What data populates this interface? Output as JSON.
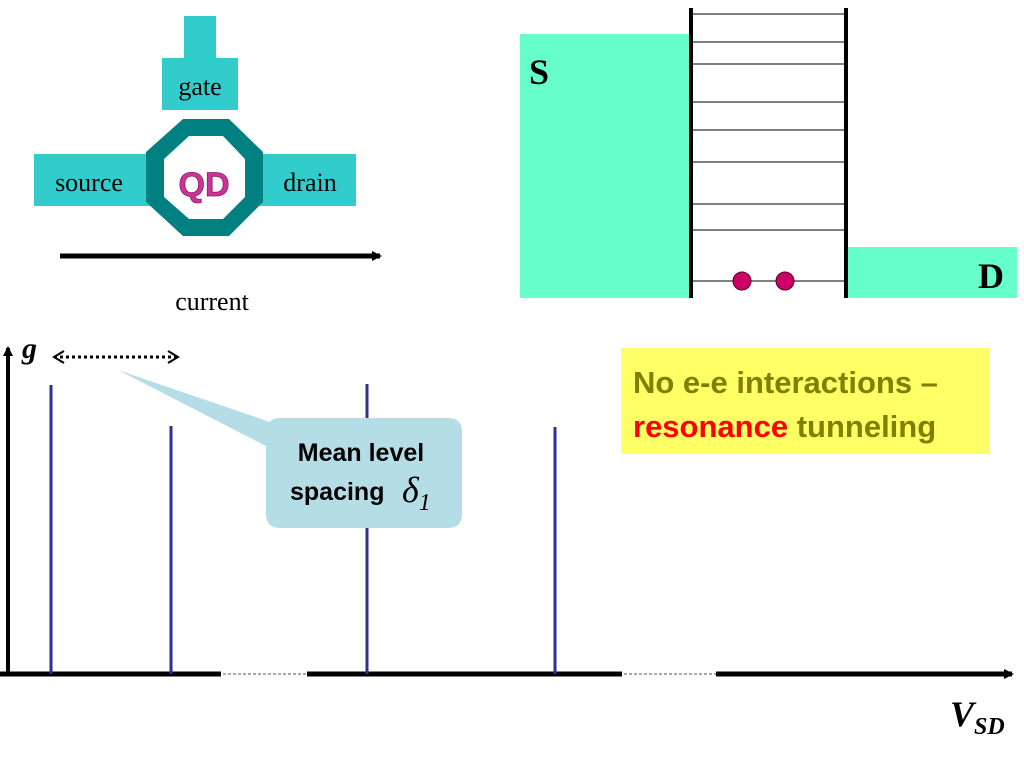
{
  "device": {
    "gate_label": "gate",
    "source_label": "source",
    "drain_label": "drain",
    "dot_label": "QD",
    "current_label": "current"
  },
  "energy_diagram": {
    "source_label": "S",
    "drain_label": "D"
  },
  "plot": {
    "y_axis_label": "g",
    "x_axis_label_main": "V",
    "x_axis_label_sub": "SD"
  },
  "callout": {
    "line1": "Mean level",
    "line2": "spacing",
    "symbol": "δ",
    "symbol_sub": "1"
  },
  "note": {
    "line1": "No e-e interactions –",
    "line2_highlight": "resonance",
    "line2_rest": " tunneling"
  },
  "colors": {
    "teal": "#33cccc",
    "teal_dark": "#008080",
    "aqua": "#66ffcc",
    "navy": "#2e3192",
    "magenta": "#cc3399",
    "electron": "#cc0066",
    "callout_fill": "#b4dde6",
    "note_fill": "#ffff66",
    "note_text": "#808000",
    "highlight": "#ff0000"
  }
}
